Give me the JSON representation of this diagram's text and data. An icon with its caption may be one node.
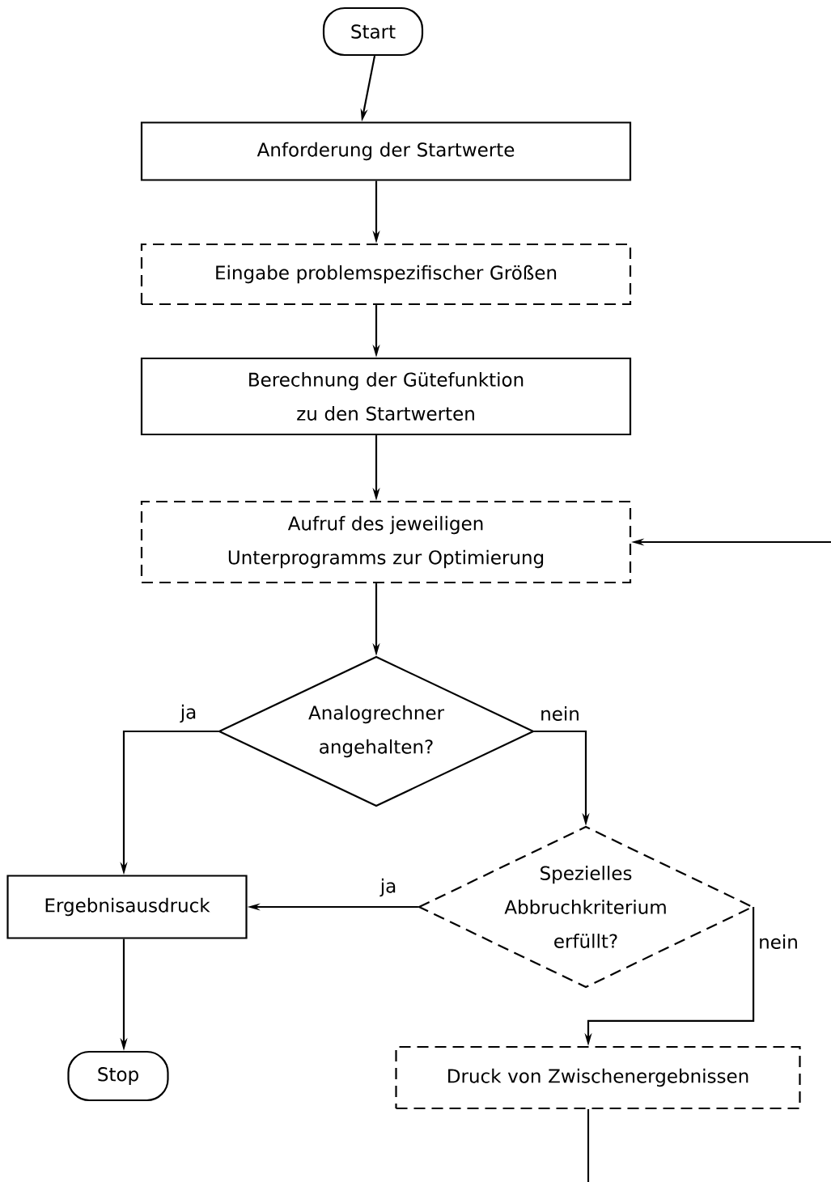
{
  "diagram": {
    "nodes": [
      {
        "text": [
          "Start"
        ]
      },
      {
        "text": [
          "Anforderung der Startwerte"
        ]
      },
      {
        "text": [
          "Eingabe problemspezifischer Größen"
        ]
      },
      {
        "text": [
          "Berechnung der Gütefunktion zu den Startwerten"
        ]
      },
      {
        "text": [
          "Aufruf des jeweiligen Unterprogramms zur Optimierung"
        ]
      },
      {
        "text": [
          "Analogrechner angehalten?"
        ]
      },
      {
        "text": [
          "Spezielles Abbruchkriterium erfüllt?"
        ]
      },
      {
        "text": [
          "Ergebnisausdruck"
        ]
      },
      {
        "text": [
          "Stop"
        ]
      },
      {
        "text": [
          "Druck von Zwischenergebnissen"
        ]
      }
    ],
    "edges": [
      {
        "from": 0,
        "to": 1,
        "arrow": "to"
      },
      {
        "from": 1,
        "to": 2,
        "arrow": "to"
      },
      {
        "from": 2,
        "to": 3,
        "arrow": "to"
      },
      {
        "from": 3,
        "to": 4,
        "arrow": "to"
      },
      {
        "from": 4,
        "to": 5,
        "arrow": "to"
      },
      {
        "from": 5,
        "to": 7,
        "arrow": "to",
        "label": "ja"
      },
      {
        "from": 5,
        "to": 6,
        "arrow": "to",
        "label": "nein"
      },
      {
        "from": 6,
        "to": 7,
        "arrow": "to",
        "label": "ja"
      },
      {
        "from": 6,
        "to": 9,
        "arrow": "to",
        "label": "nein"
      },
      {
        "from": 7,
        "to": 8,
        "arrow": "to"
      },
      {
        "from": 9,
        "to": null,
        "arrow": "none"
      },
      {
        "from": null,
        "to": 4,
        "arrow": "to"
      }
    ]
  }
}
